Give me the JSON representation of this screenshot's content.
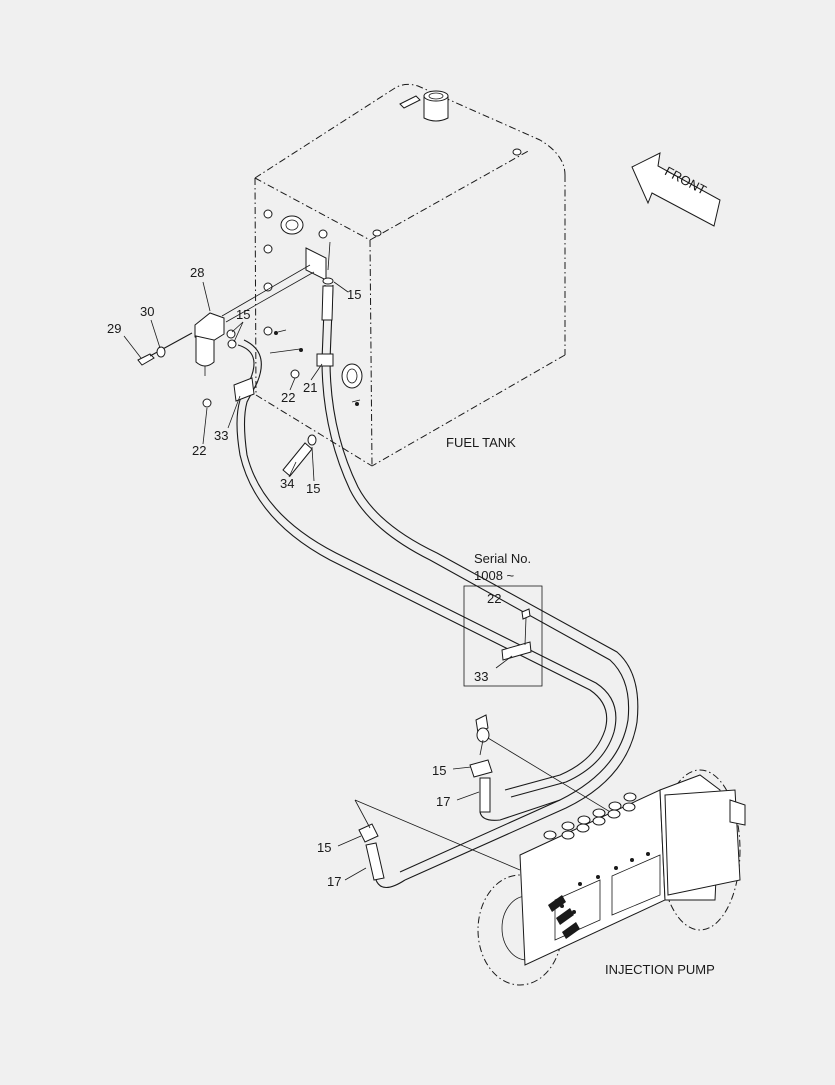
{
  "diagram": {
    "front_arrow_label": "FRONT",
    "fuel_tank_label": "FUEL TANK",
    "injection_pump_label": "INJECTION PUMP",
    "serial_note_line1": "Serial No.",
    "serial_note_line2": "1008 ~",
    "callouts": {
      "p28": "28",
      "p30": "30",
      "p29": "29",
      "p15_filter": "15",
      "p15_tank": "15",
      "p15_lower": "15",
      "p15_pump_upper": "15",
      "p15_pump_lower": "15",
      "p21": "21",
      "p22_mid": "22",
      "p22_left": "22",
      "p22_box": "22",
      "p33_left": "33",
      "p33_box": "33",
      "p34": "34",
      "p17_upper": "17",
      "p17_lower": "17"
    }
  }
}
